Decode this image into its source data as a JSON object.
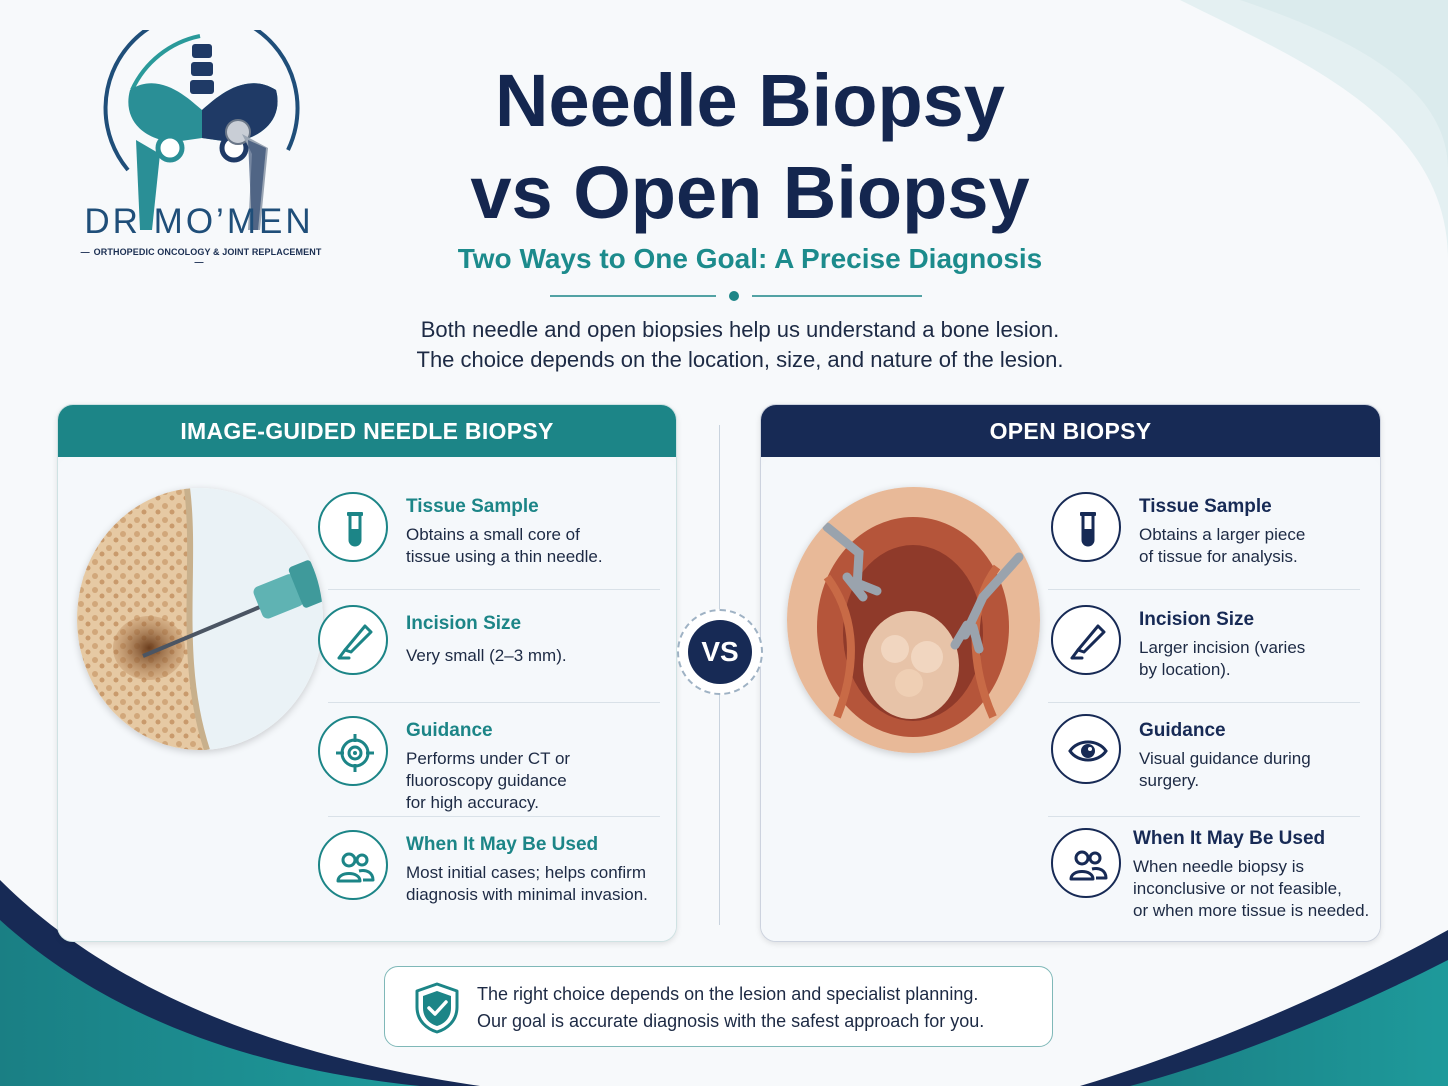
{
  "colors": {
    "teal": "#1c8587",
    "navy": "#172a55",
    "title": "#14264f"
  },
  "brand": {
    "name": "DR MO’MEN",
    "tagline": "ORTHOPEDIC ONCOLOGY & JOINT REPLACEMENT"
  },
  "header": {
    "title_line1": "Needle Biopsy",
    "title_line2": "vs Open Biopsy",
    "subtitle": "Two Ways to One Goal: A Precise Diagnosis",
    "intro_line1": "Both needle and open biopsies help us understand a bone lesion.",
    "intro_line2": "The choice depends on the location, size, and nature of the lesion."
  },
  "needle": {
    "heading": "IMAGE-GUIDED NEEDLE BIOPSY",
    "features": [
      {
        "icon": "test-tube-icon",
        "title": "Tissue Sample",
        "desc": "Obtains a small core of\ntissue using a thin needle."
      },
      {
        "icon": "scalpel-icon",
        "title": "Incision Size",
        "desc": "Very small (2–3 mm)."
      },
      {
        "icon": "target-icon",
        "title": "Guidance",
        "desc": "Performs under CT or\nfluoroscopy guidance\nfor high accuracy."
      },
      {
        "icon": "people-icon",
        "title": "When It May Be Used",
        "desc": "Most initial cases; helps confirm\ndiagnosis with minimal invasion."
      }
    ]
  },
  "open": {
    "heading": "OPEN BIOPSY",
    "features": [
      {
        "icon": "test-tube-icon",
        "title": "Tissue Sample",
        "desc": "Obtains a larger piece\nof tissue for analysis."
      },
      {
        "icon": "scalpel-icon",
        "title": "Incision Size",
        "desc": "Larger incision (varies\nby location)."
      },
      {
        "icon": "eye-icon",
        "title": "Guidance",
        "desc": "Visual guidance during\nsurgery."
      },
      {
        "icon": "people-icon",
        "title": "When It May Be Used",
        "desc": "When needle biopsy is\ninconclusive or not feasible,\nor when more tissue is needed."
      }
    ]
  },
  "vs": "VS",
  "footer": {
    "icon": "shield-check-icon",
    "text": "The right choice depends on the lesion and specialist planning.\nOur goal is accurate diagnosis with the safest approach for you."
  }
}
